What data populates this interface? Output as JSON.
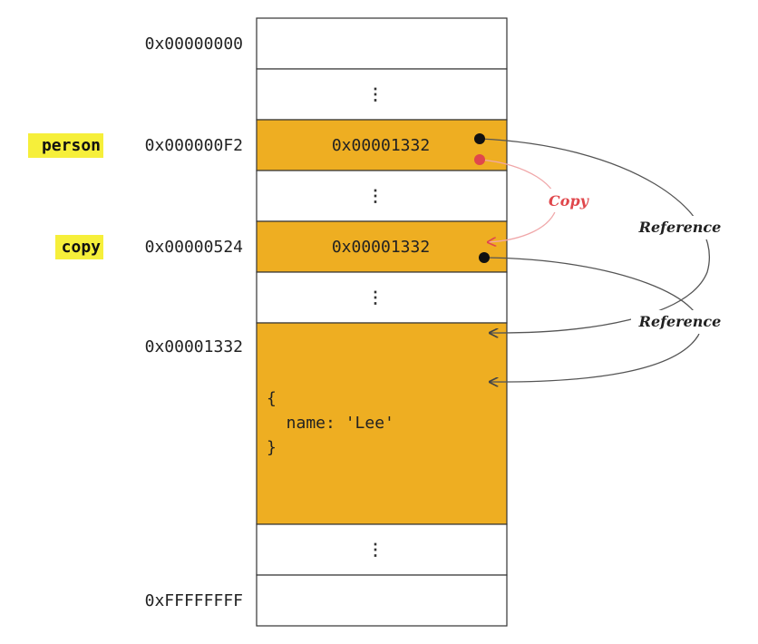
{
  "memory": {
    "rows": [
      {
        "address": "0x00000000",
        "content": "",
        "kind": "empty"
      },
      {
        "address": "",
        "content": "⋮",
        "kind": "gap"
      },
      {
        "address": "0x000000F2",
        "content": "0x00001332",
        "kind": "filled",
        "variable": "person"
      },
      {
        "address": "",
        "content": "⋮",
        "kind": "gap"
      },
      {
        "address": "0x00000524",
        "content": "0x00001332",
        "kind": "filled",
        "variable": "copy"
      },
      {
        "address": "",
        "content": "⋮",
        "kind": "gap"
      },
      {
        "address": "0x00001332",
        "content": "",
        "kind": "object"
      },
      {
        "address": "",
        "content": "⋮",
        "kind": "gap"
      },
      {
        "address": "0xFFFFFFFF",
        "content": "",
        "kind": "empty"
      }
    ],
    "object_lines": [
      "{",
      "  name: 'Lee'",
      "}"
    ]
  },
  "variables": {
    "person": "person",
    "copy": "copy"
  },
  "arrows": {
    "copy_label": "Copy",
    "reference_label_1": "Reference",
    "reference_label_2": "Reference"
  },
  "colors": {
    "cell_fill": "#eeae22",
    "highlight": "#f6ef3a",
    "copy": "#e0474c",
    "reference": "#555555"
  }
}
